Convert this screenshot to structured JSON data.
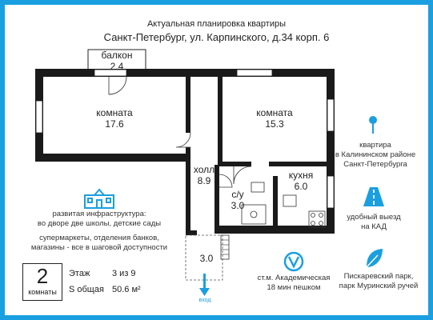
{
  "header": {
    "line1": "Актуальная  планировка квартиры",
    "line2": "Санкт-Петербург, ул. Карпинского, д.34 корп. 6"
  },
  "rooms": {
    "balcony": {
      "name": "балкон",
      "area": "2.4"
    },
    "room1": {
      "name": "комната",
      "area": "17.6"
    },
    "room2": {
      "name": "комната",
      "area": "15.3"
    },
    "hall": {
      "name": "холл",
      "area": "8.9"
    },
    "kitchen": {
      "name": "кухня",
      "area": "6.0"
    },
    "bathroom": {
      "name": "с/у",
      "area": "3.0"
    },
    "entry_area": "3.0",
    "entry_label": "вход"
  },
  "features": {
    "infrastructure": {
      "line1": "развитая инфраструктура:",
      "line2": "во дворе две школы, детские сады"
    },
    "shops": {
      "line1": "супермаркеты, отделения банков,",
      "line2": "магазины - все в шаговой доступности"
    },
    "location": {
      "line1": "квартира",
      "line2": "в Калининском районе",
      "line3": "Санкт-Петербурга"
    },
    "road": {
      "line1": "удобный выезд",
      "line2": "на КАД"
    },
    "metro": {
      "line1": "ст.м. Академическая",
      "line2": "18 мин пешком"
    },
    "park": {
      "line1": "Пискаревский парк,",
      "line2": "парк Муринский ручей"
    }
  },
  "info": {
    "rooms_count": "2",
    "rooms_label": "комнаты",
    "floor_label": "Этаж",
    "floor_value": "3 из 9",
    "area_label": "S общая",
    "area_value": "50.6 м²"
  },
  "colors": {
    "accent": "#1a9fe0",
    "wall": "#1a1a1a"
  },
  "icons": [
    "location-pin-icon",
    "road-icon",
    "school-building-icon",
    "metro-icon",
    "leaf-icon",
    "entry-arrow-icon"
  ]
}
